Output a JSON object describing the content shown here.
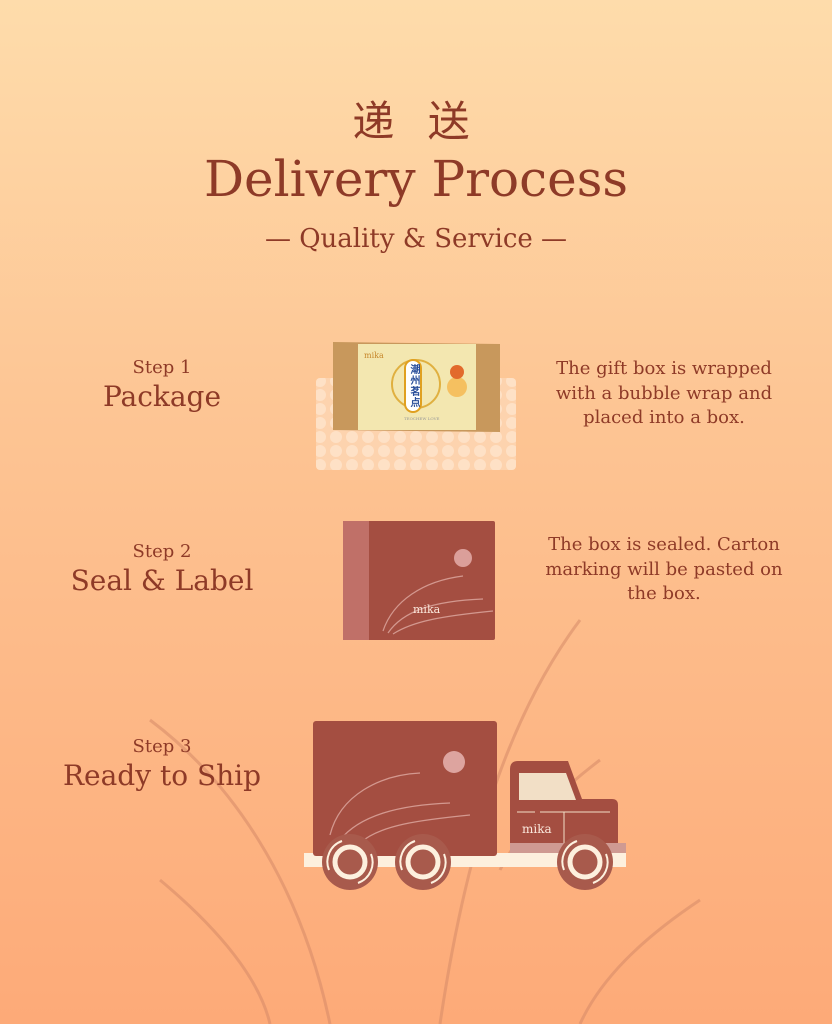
{
  "header": {
    "title_zh": "递 送",
    "title": "Delivery Process",
    "subtitle": "— Quality & Service —"
  },
  "steps": [
    {
      "number": "Step 1",
      "title": "Package",
      "description": "The gift box is wrapped with a bubble wrap and placed into a box."
    },
    {
      "number": "Step 2",
      "title": "Seal & Label",
      "description": "The box is sealed. Carton marking will be pasted on the box."
    },
    {
      "number": "Step 3",
      "title": "Ready to Ship",
      "description": ""
    }
  ],
  "brand": "mika",
  "giftbox": {
    "brand": "mika",
    "label_zh": "潮州茗点",
    "label_en": "TEOCHEW LOVE"
  },
  "colors": {
    "text": "#8e3a27",
    "box": "#a44e41",
    "cream": "#fdf0de"
  }
}
